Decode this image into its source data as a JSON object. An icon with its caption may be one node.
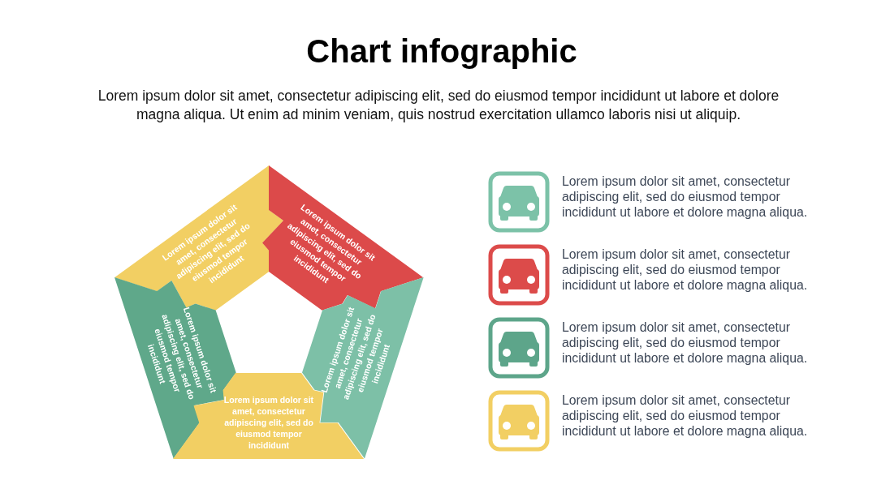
{
  "diagram": {
    "title": "Chart infographic",
    "nodes": [
      {
        "text": [
          "Lorem ipsum dolor sit amet, consectetur adipiscing elit, sed do eiusmod tempor incididunt"
        ]
      },
      {
        "text": [
          "Lorem ipsum dolor sit amet, consectetur adipiscing elit, sed do eiusmod tempor incididunt"
        ]
      },
      {
        "text": [
          "Lorem ipsum dolor sit amet, consectetur adipiscing elit, sed do eiusmod tempor incididunt"
        ]
      },
      {
        "text": [
          "Lorem ipsum dolor sit amet, consectetur adipiscing elit, sed do eiusmod tempor incididunt"
        ]
      },
      {
        "text": [
          "Lorem ipsum dolor sit amet, consectetur adipiscing elit, sed do eiusmod tempor incididunt"
        ]
      }
    ],
    "labels": [
      "Lorem ipsum dolor sit amet, consectetur adipiscing elit, sed do eiusmod tempor incididunt ut labore et dolore magna aliqua. Ut enim ad minim veniam, quis nostrud exercitation ullamco laboris nisi ut aliquip.",
      "Lorem ipsum dolor sit amet, consectetur adipiscing elit, sed do eiusmod tempor incididunt ut labore et dolore magna aliqua.",
      "Lorem ipsum dolor sit amet, consectetur adipiscing elit, sed do eiusmod tempor incididunt ut labore et dolore magna aliqua.",
      "Lorem ipsum dolor sit amet, consectetur adipiscing elit, sed do eiusmod tempor incididunt ut labore et dolore magna aliqua.",
      "Lorem ipsum dolor sit amet, consectetur adipiscing elit, sed do eiusmod tempor incididunt ut labore et dolore magna aliqua."
    ]
  }
}
